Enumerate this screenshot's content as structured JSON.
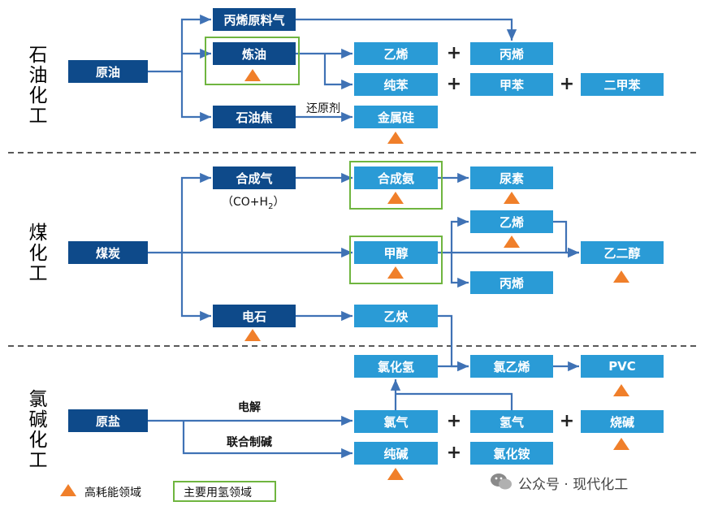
{
  "sectors": {
    "petro": "石油化工",
    "coal": "煤化工",
    "chlor": "氯碱化工"
  },
  "nodes": {
    "crude_oil": "原油",
    "propylene_feed": "丙烯原料气",
    "refining": "炼油",
    "petcoke": "石油焦",
    "ethylene": "乙烯",
    "propylene": "丙烯",
    "benzene": "纯苯",
    "toluene": "甲苯",
    "xylene": "二甲苯",
    "silicon": "金属硅",
    "coal": "煤炭",
    "syngas": "合成气",
    "ammonia": "合成氨",
    "urea": "尿素",
    "methanol": "甲醇",
    "coal_ethylene": "乙烯",
    "coal_propylene": "丙烯",
    "glycol": "乙二醇",
    "carbide": "电石",
    "acetylene": "乙炔",
    "salt": "原盐",
    "hcl": "氯化氢",
    "vcm": "氯乙烯",
    "pvc": "PVC",
    "chlorine": "氯气",
    "hydrogen": "氢气",
    "caustic": "烧碱",
    "soda_ash": "纯碱",
    "ammonium_chloride": "氯化铵"
  },
  "labels": {
    "reductant": "还原剂",
    "syngas_formula_prefix": "（CO+H",
    "syngas_formula_sub": "2",
    "syngas_formula_suffix": "）",
    "electrolysis": "电解",
    "combined_soda": "联合制碱",
    "plus": "+"
  },
  "legend": {
    "high_energy": "高耗能领域",
    "hydrogen_use": "主要用氢领域"
  },
  "watermark": "公众号 · 现代化工",
  "colors": {
    "dark_box": "#0e4a8a",
    "light_box": "#2a9bd6",
    "arrow": "#3f72b5",
    "triangle": "#f07f2a",
    "frame": "#6fb53f"
  }
}
